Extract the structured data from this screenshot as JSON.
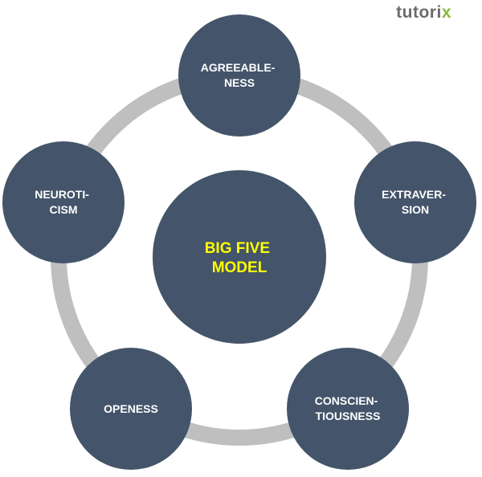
{
  "logo": {
    "text_main": "tutori",
    "text_accent": "x",
    "accent_color": "#8ab93b",
    "text_color": "#6b6b6b"
  },
  "colors": {
    "node_fill": "#44546a",
    "ring": "#bfbfbf",
    "node_text": "#ffffff",
    "center_text": "#ffff00"
  },
  "center": {
    "lines": [
      "BIG FIVE",
      "MODEL"
    ]
  },
  "nodes": [
    {
      "id": "agreeableness",
      "lines": [
        "AGREEABLE-",
        "NESS"
      ]
    },
    {
      "id": "extraversion",
      "lines": [
        "EXTRAVER-",
        "SION"
      ]
    },
    {
      "id": "conscientiousness",
      "lines": [
        "CONSCIEN-",
        "TIOUSNESS"
      ]
    },
    {
      "id": "openess",
      "lines": [
        "OPENESS"
      ]
    },
    {
      "id": "neuroticism",
      "lines": [
        "NEUROTI-",
        "CISM"
      ]
    }
  ]
}
